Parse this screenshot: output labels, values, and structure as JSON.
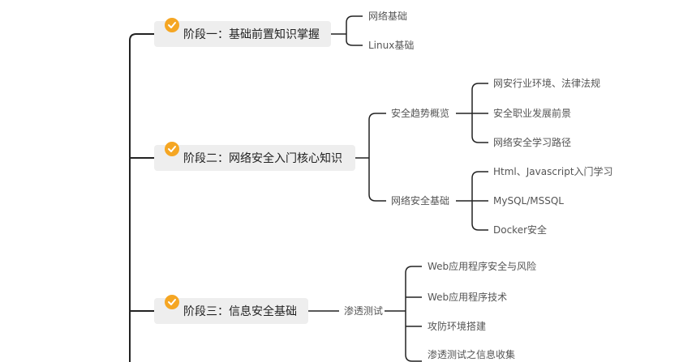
{
  "stages": [
    {
      "title": "阶段一：基础前置知识掌握",
      "topics": [],
      "items": [
        "网络基础",
        "Linux基础"
      ]
    },
    {
      "title": "阶段二：网络安全入门核心知识",
      "topics": [
        {
          "label": "安全趋势概览",
          "items": [
            "网安行业环境、法律法规",
            "安全职业发展前景",
            "网络安全学习路径"
          ]
        },
        {
          "label": "网络安全基础",
          "items": [
            "Html、Javascript入门学习",
            "MySQL/MSSQL",
            "Docker安全"
          ]
        }
      ]
    },
    {
      "title": "阶段三：信息安全基础",
      "topics": [
        {
          "label": "渗透测试",
          "items": [
            "Web应用程序安全与风险",
            "Web应用程序技术",
            "攻防环境搭建",
            "渗透测试之信息收集"
          ]
        }
      ]
    }
  ],
  "colors": {
    "line": "#222222",
    "check": "#f5a623",
    "stage_bg": "#eeeeee"
  }
}
